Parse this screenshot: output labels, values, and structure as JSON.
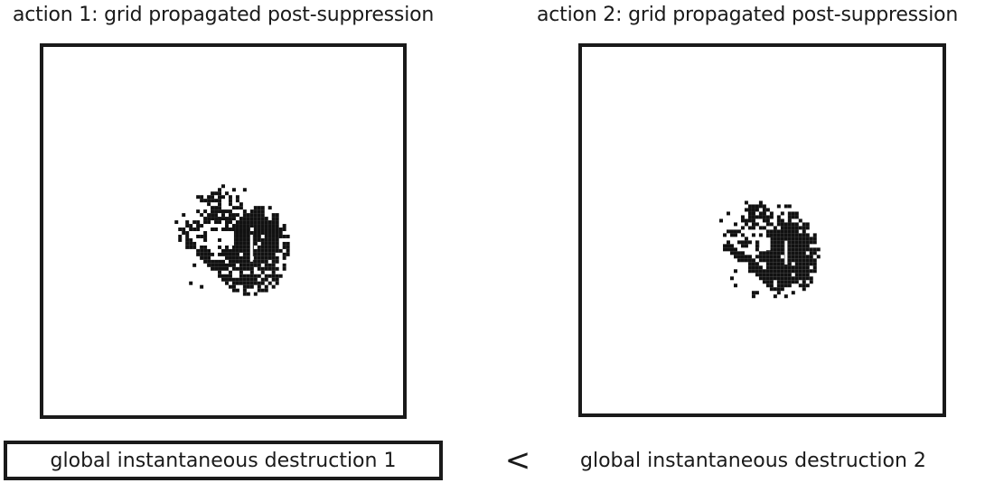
{
  "panels": [
    {
      "title": "action 1: grid propagated post-suppression",
      "result_label": "global instantaneous destruction 1"
    },
    {
      "title": "action 2: grid propagated post-suppression",
      "result_label": "global instantaneous destruction 2"
    }
  ],
  "comparison_symbol": "<",
  "colors": {
    "burned_cells": "#111111",
    "frame": "#1a1a1a",
    "background": "#ffffff"
  }
}
